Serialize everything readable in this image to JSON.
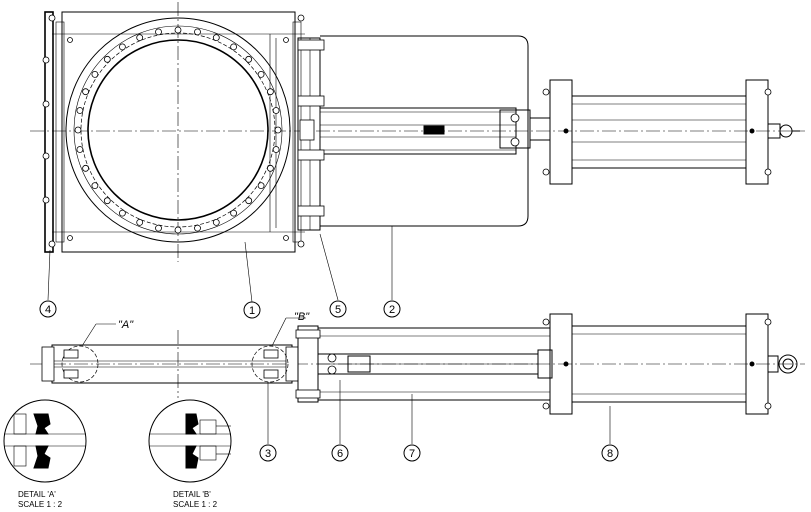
{
  "callouts": [
    {
      "id": "1",
      "label": "1"
    },
    {
      "id": "2",
      "label": "2"
    },
    {
      "id": "3",
      "label": "3"
    },
    {
      "id": "4",
      "label": "4"
    },
    {
      "id": "5",
      "label": "5"
    },
    {
      "id": "6",
      "label": "6"
    },
    {
      "id": "7",
      "label": "7"
    },
    {
      "id": "8",
      "label": "8"
    }
  ],
  "detail_tags": {
    "a": "\"A\"",
    "b": "\"B\""
  },
  "details": {
    "a": {
      "title": "DETAIL 'A'",
      "scale": "SCALE 1 : 2"
    },
    "b": {
      "title": "DETAIL 'B'",
      "scale": "SCALE 1 : 2"
    }
  }
}
